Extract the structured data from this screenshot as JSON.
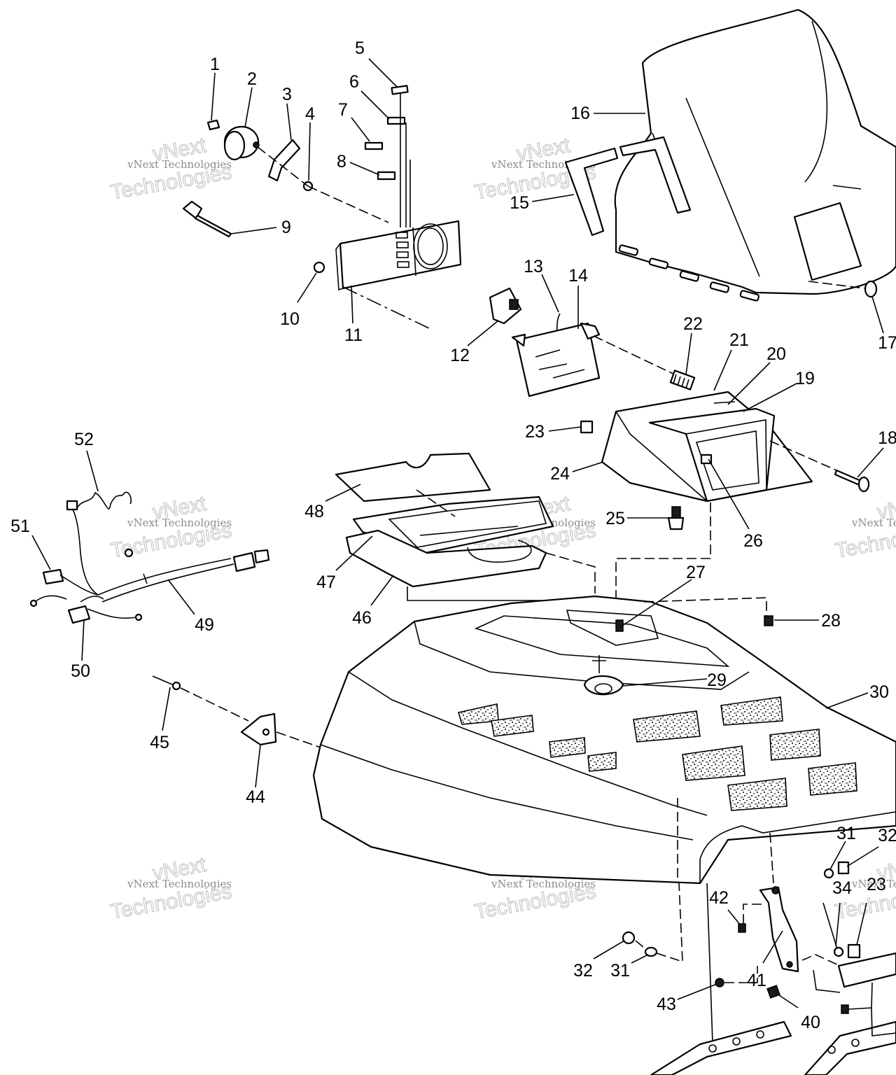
{
  "callouts": [
    {
      "id": "1",
      "text": "1"
    },
    {
      "id": "2",
      "text": "2"
    },
    {
      "id": "3",
      "text": "3"
    },
    {
      "id": "4",
      "text": "4"
    },
    {
      "id": "5",
      "text": "5"
    },
    {
      "id": "6",
      "text": "6"
    },
    {
      "id": "7",
      "text": "7"
    },
    {
      "id": "8",
      "text": "8"
    },
    {
      "id": "9",
      "text": "9"
    },
    {
      "id": "10",
      "text": "10"
    },
    {
      "id": "11",
      "text": "11"
    },
    {
      "id": "12",
      "text": "12"
    },
    {
      "id": "13",
      "text": "13"
    },
    {
      "id": "14",
      "text": "14"
    },
    {
      "id": "15",
      "text": "15"
    },
    {
      "id": "16",
      "text": "16"
    },
    {
      "id": "17",
      "text": "17"
    },
    {
      "id": "18",
      "text": "18"
    },
    {
      "id": "19",
      "text": "19"
    },
    {
      "id": "20",
      "text": "20"
    },
    {
      "id": "21",
      "text": "21"
    },
    {
      "id": "22",
      "text": "22"
    },
    {
      "id": "23",
      "text": "23"
    },
    {
      "id": "24",
      "text": "24"
    },
    {
      "id": "25",
      "text": "25"
    },
    {
      "id": "26",
      "text": "26"
    },
    {
      "id": "27",
      "text": "27"
    },
    {
      "id": "28",
      "text": "28"
    },
    {
      "id": "29",
      "text": "29"
    },
    {
      "id": "30",
      "text": "30"
    },
    {
      "id": "31",
      "text": "31"
    },
    {
      "id": "31b",
      "text": "31"
    },
    {
      "id": "32",
      "text": "32"
    },
    {
      "id": "32b",
      "text": "32"
    },
    {
      "id": "23b",
      "text": "23"
    },
    {
      "id": "34",
      "text": "34"
    },
    {
      "id": "40",
      "text": "40"
    },
    {
      "id": "41",
      "text": "41"
    },
    {
      "id": "42",
      "text": "42"
    },
    {
      "id": "43",
      "text": "43"
    },
    {
      "id": "44",
      "text": "44"
    },
    {
      "id": "45",
      "text": "45"
    },
    {
      "id": "46",
      "text": "46"
    },
    {
      "id": "47",
      "text": "47"
    },
    {
      "id": "48",
      "text": "48"
    },
    {
      "id": "49",
      "text": "49"
    },
    {
      "id": "50",
      "text": "50"
    },
    {
      "id": "51",
      "text": "51"
    },
    {
      "id": "52",
      "text": "52"
    }
  ],
  "watermark": {
    "line1": "vNext Technologies",
    "line2": "vNext",
    "line3": "Technologies"
  }
}
